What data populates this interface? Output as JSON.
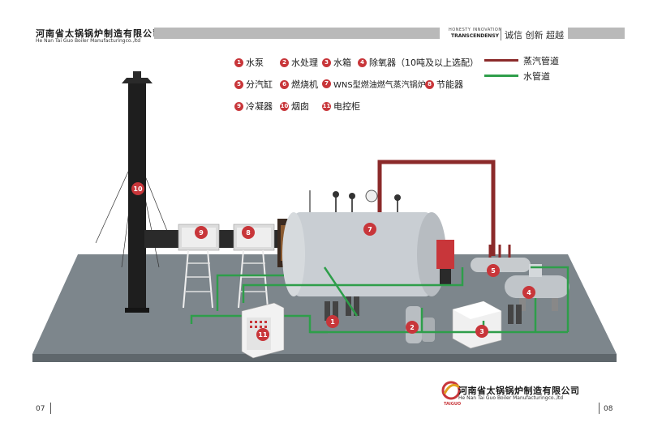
{
  "header": {
    "company_cn": "河南省太锅锅炉制造有限公司",
    "company_en": "He Nan Tai Guo Boiler Manufacturingco.,ltd",
    "motto_en_1": "HONESTY INNOVATION",
    "motto_en_2": "TRANSCENDENSY",
    "motto_cn": "诚信 创新 超越"
  },
  "legend": {
    "items": [
      {
        "num": "1",
        "label": "水泵"
      },
      {
        "num": "2",
        "label": "水处理"
      },
      {
        "num": "3",
        "label": "水箱"
      },
      {
        "num": "4",
        "label": "除氧器（10吨及以上选配）"
      },
      {
        "num": "5",
        "label": "分汽缸"
      },
      {
        "num": "6",
        "label": "燃烧机"
      },
      {
        "num": "7",
        "label": "WNS型燃油燃气蒸汽锅炉"
      },
      {
        "num": "8",
        "label": "节能器"
      },
      {
        "num": "9",
        "label": "冷凝器"
      },
      {
        "num": "10",
        "label": "烟囱"
      },
      {
        "num": "11",
        "label": "电控柜"
      }
    ],
    "pipes": [
      {
        "label": "蒸汽管道",
        "color": "#8b2a2a"
      },
      {
        "label": "水管道",
        "color": "#2e9e4a"
      }
    ]
  },
  "colors": {
    "marker": "#c8363a",
    "steam_pipe": "#8b2a2a",
    "water_pipe": "#2e9e4a",
    "floor": "#7d868c",
    "chimney": "#1e1e1e"
  },
  "footer": {
    "company_cn": "河南省太锅锅炉制造有限公司",
    "company_en": "He Nan Tai Guo Boiler Manufacturingco.,ltd",
    "logo_text": "TAIGUO",
    "page_left": "07",
    "page_right": "08"
  }
}
